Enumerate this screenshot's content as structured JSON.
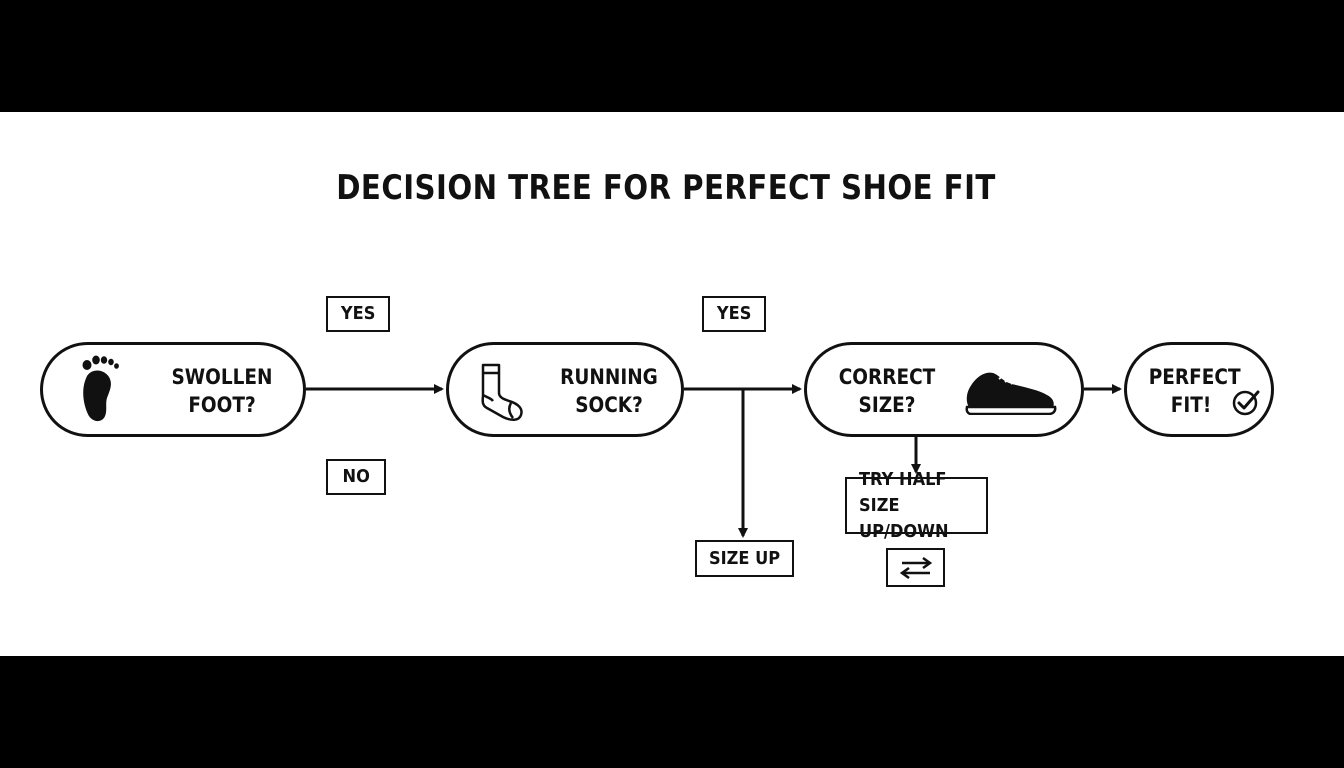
{
  "title": "DECISION TREE FOR PERFECT SHOE FIT",
  "nodes": {
    "swollen": {
      "line1": "SWOLLEN",
      "line2": "FOOT?",
      "icon": "foot-icon"
    },
    "sock": {
      "line1": "RUNNING",
      "line2": "SOCK?",
      "icon": "sock-icon"
    },
    "size": {
      "line1": "CORRECT",
      "line2": "SIZE?",
      "icon": "shoe-icon"
    },
    "perfect": {
      "line1": "PERFECT",
      "line2": "FIT!",
      "icon": "check-circle-icon"
    }
  },
  "tags": {
    "yes_1": "YES",
    "yes_2": "YES",
    "no": "NO",
    "size_up": "SIZE UP",
    "try_half_line1": "TRY HALF",
    "try_half_line2": "SIZE UP/DOWN",
    "swap_icon": "swap-arrows-icon"
  },
  "colors": {
    "ink": "#111111",
    "background": "#ffffff",
    "letterbox": "#000000"
  }
}
